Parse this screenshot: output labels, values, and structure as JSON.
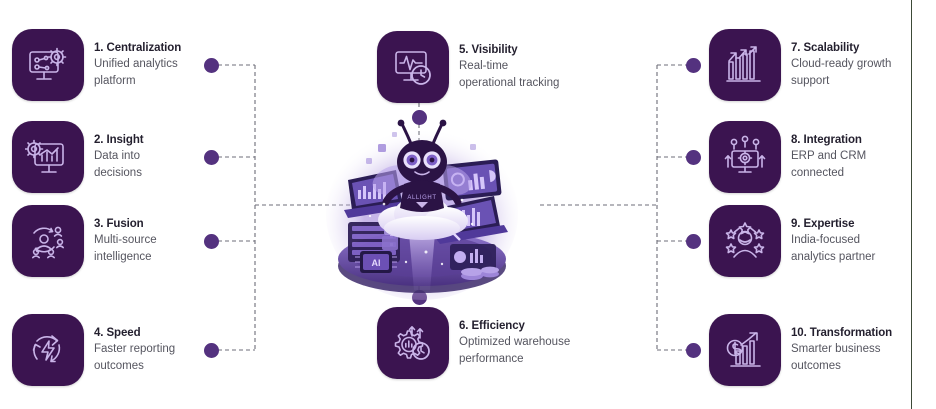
{
  "theme": {
    "tile_fill": "#3b1450",
    "icon_stroke": "#c9b4e8",
    "dot_color": "#54327f",
    "connector_color": "#6d6d78",
    "title_color": "#231f2e",
    "desc_color": "#55555f",
    "background": "#ffffff",
    "edge_rule_color": "#3c4a37"
  },
  "center": {
    "name": "AI analytics mascot illustration",
    "description": "Purple butterfly-like robot mascot seated on a glowing cloud surrounded by laptops, dashboards, server racks and an AI chip",
    "badge_text": "AI"
  },
  "items": [
    {
      "id": "centralization",
      "number": "1.",
      "title": "1. Centralization",
      "desc": " Unified analytics\nplatform",
      "icon": "monitor-network-gear-icon",
      "side": "left"
    },
    {
      "id": "insight",
      "number": "2.",
      "title": "2. Insight",
      "desc": " Data into\ndecisions",
      "icon": "monitor-bar-chart-gear-icon",
      "side": "left"
    },
    {
      "id": "fusion",
      "number": "3.",
      "title": "3. Fusion",
      "desc": " Multi-source\nintelligence",
      "icon": "people-cycle-icon",
      "side": "left"
    },
    {
      "id": "speed",
      "number": "4.",
      "title": "4. Speed",
      "desc": " Faster reporting\noutcomes",
      "icon": "bolt-refresh-icon",
      "side": "left"
    },
    {
      "id": "visibility",
      "number": "5.",
      "title": "5. Visibility",
      "desc": " Real-time\noperational tracking",
      "icon": "monitor-pulse-clock-icon",
      "side": "top"
    },
    {
      "id": "efficiency",
      "number": "6.",
      "title": "6. Efficiency",
      "desc": " Optimized warehouse\nperformance",
      "icon": "gear-chart-clock-icon",
      "side": "bottom"
    },
    {
      "id": "scalability",
      "number": "7.",
      "title": "7. Scalability",
      "desc": " Cloud-ready growth\nsupport",
      "icon": "growth-arrows-bars-icon",
      "side": "right"
    },
    {
      "id": "integration",
      "number": "8.",
      "title": "8.  Integration",
      "desc": " ERP and CRM\nconnected",
      "icon": "monitor-gear-nodes-icon",
      "side": "right"
    },
    {
      "id": "expertise",
      "number": "9.",
      "title": "9. Expertise",
      "desc": " India-focused\nanalytics partner",
      "icon": "person-stars-icon",
      "side": "right"
    },
    {
      "id": "transformation",
      "number": "10.",
      "title": "10. Transformation",
      "desc": " Smarter business\noutcomes",
      "icon": "dollar-growth-chart-icon",
      "side": "right"
    }
  ]
}
